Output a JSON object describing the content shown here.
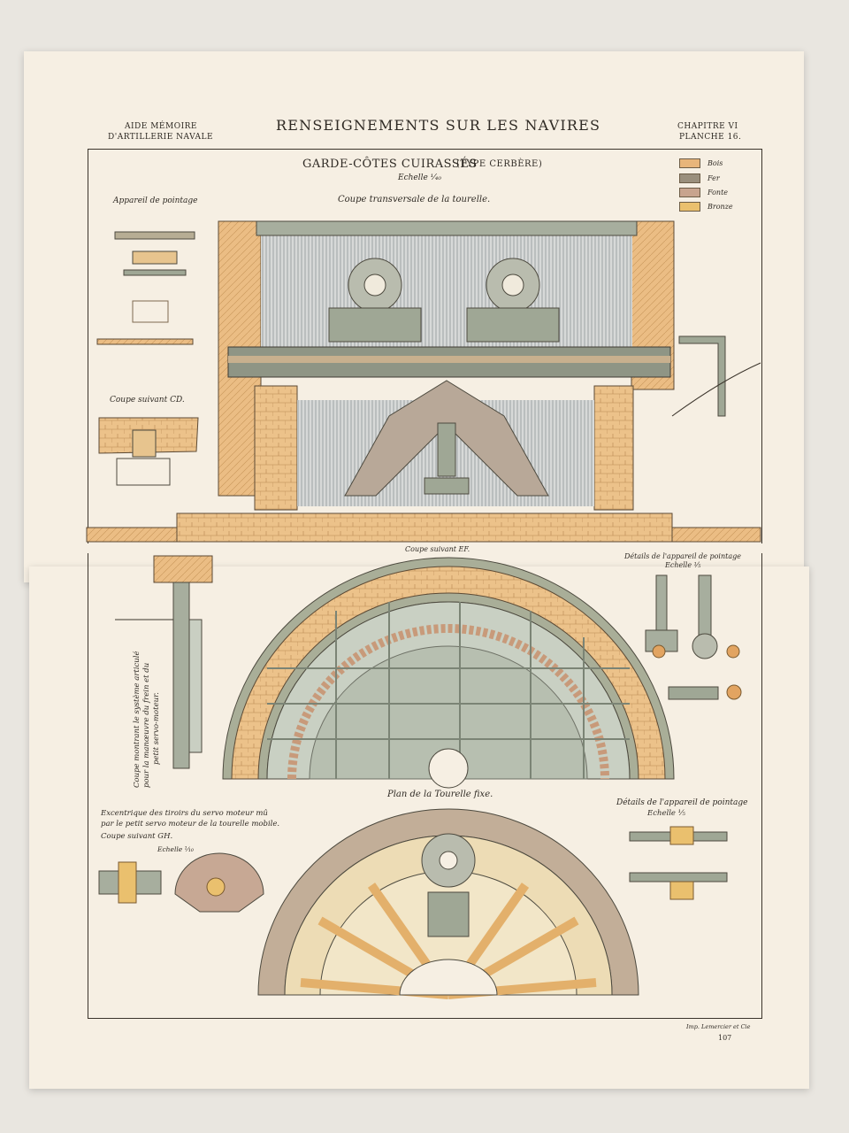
{
  "header": {
    "left_line1": "AIDE MÉMOIRE",
    "left_line2": "D'ARTILLERIE NAVALE",
    "title": "RENSEIGNEMENTS SUR LES NAVIRES",
    "chapter": "CHAPITRE VI",
    "plate": "PLANCHE 16."
  },
  "plate_title": {
    "main": "GARDE-CÔTES CUIRASSÉS",
    "type": "(TYPE CERBÈRE)",
    "scale": "Echelle ¹⁄₄₀"
  },
  "legend": [
    {
      "label": "Bois",
      "color": "#e8b57a"
    },
    {
      "label": "Fer",
      "color": "#9a8f7c"
    },
    {
      "label": "Fonte",
      "color": "#c8a48e"
    },
    {
      "label": "Bronze",
      "color": "#eac06e"
    }
  ],
  "captions": {
    "appareil": "Appareil de pointage",
    "coupe_transversale": "Coupe transversale de la tourelle.",
    "coupe_cd": "Coupe suivant CD.",
    "coupe_ef": "Coupe suivant EF.",
    "details_top": "Détails de l'appareil de pointage",
    "echelle_1_5a": "Echelle ¹⁄₅",
    "vertical_line1": "Coupe montrant le système articulé",
    "vertical_line2": "pour la manœuvre du frein et du",
    "vertical_line3": "petit servo-moteur.",
    "plan_tourelle": "Plan de la Tourelle fixe.",
    "excentrique1": "Excentrique des tiroirs du servo moteur mû",
    "excentrique2": "par le petit servo moteur de la tourelle mobile.",
    "coupe_gh": "Coupe suivant GH.",
    "echelle_1_10": "Echelle ¹⁄₁₀",
    "details_bottom": "Détails de l'appareil de pointage",
    "echelle_1_5b": "Echelle ¹⁄₅",
    "imprint": "Imp. Lemercier et Cie",
    "page": "107"
  },
  "colors": {
    "paper": "#f6efe3",
    "wood": "#e8b57a",
    "iron": "#9a8f7c",
    "castiron": "#c8a48e",
    "bronze": "#eac06e",
    "greygreen": "#a9b3a0",
    "ink": "#2f2a24"
  }
}
